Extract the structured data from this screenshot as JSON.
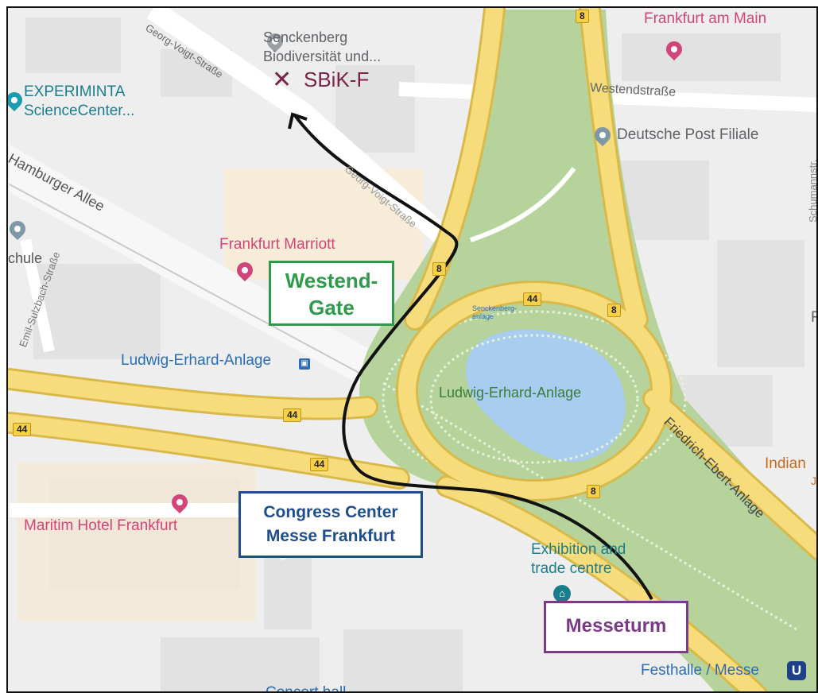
{
  "labels": {
    "frankfurt_am_main": "Frankfurt am Main",
    "senckenberg": [
      "Senckenberg",
      "Biodiversität und..."
    ],
    "sbik_f": "SBiK-F",
    "experiminta": [
      "EXPERIMINTA",
      "ScienceCenter..."
    ],
    "westendstrasse": "Westendstraße",
    "deutsche_post": "Deutsche Post Filiale",
    "hamburger_allee": "Hamburger Allee",
    "georg_voigt_strasse": "Georg-Voigt-Straße",
    "georg_voigt_lower": "Georg-Voigt-Straße",
    "schule": "chule",
    "emil_sulzbach": "Emil-Sulzbach-Straße",
    "frankfurt_marriott": "Frankfurt Marriott",
    "ludwig_erhard_anlage_stop": "Ludwig-Erhard-Anlage",
    "ludwig_erhard_anlage_park": "Ludwig-Erhard-Anlage",
    "senckenberganlage": [
      "Senckenberg-",
      "anlage"
    ],
    "friedrich_ebert_anlage": "Friedrich-Ebert-Anlage",
    "indian": "Indian",
    "indian_sub": "J",
    "maritim": "Maritim Hotel Frankfurt",
    "exhibition": [
      "Exhibition and",
      "trade centre"
    ],
    "festhalle": "Festhalle / Messe",
    "concert_hall": "Concert hall",
    "schumann": "Schumannstr.",
    "edge_r": "R"
  },
  "route_shields": {
    "r8_top": "8",
    "r8_left": "8",
    "r8_right": "8",
    "r8_bottom": "8",
    "r44_top": "44",
    "r44_left_mid": "44",
    "r44_left_edge": "44",
    "r44_lower": "44"
  },
  "callouts": {
    "westend_gate": [
      "Westend-",
      "Gate"
    ],
    "congress_center": [
      "Congress Center",
      "Messe Frankfurt"
    ],
    "messeturm": "Messeturm"
  },
  "icons": {
    "hotel": "bed-icon",
    "place": "map-pin-icon",
    "transit": "train-icon",
    "subway": "u-bahn-icon",
    "destination": "cross-mark-icon"
  },
  "colors": {
    "road": "#f6dc7a",
    "road_outline": "#d9b94a",
    "park": "#b5d39a",
    "lake": "#a9cdee",
    "route_line": "#111111",
    "westend_box": "#2e9a4a",
    "congress_box": "#1f4e8c",
    "messeturm_box": "#7b3a86",
    "sbik_color": "#7a2548"
  }
}
